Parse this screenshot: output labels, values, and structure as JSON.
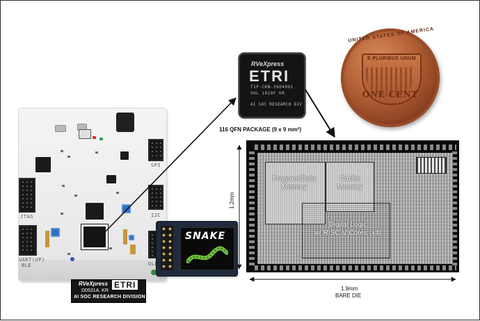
{
  "board": {
    "silk_spi": "SPI",
    "silk_jtag": "JTAG",
    "silk_i2c": "I2C",
    "silk_uart": "UART(UP)",
    "silk_ble": "BLE",
    "silk_oled": "OLED"
  },
  "board_label": {
    "brand": "RVeXpress",
    "etri": "ETRI",
    "code": "D0531A. KR",
    "division": "AI SOC RESEARCH DIVISION"
  },
  "oled": {
    "screen_text": "SNAKE"
  },
  "package": {
    "brand": "RVeXpress",
    "etri": "ETRI",
    "code_line1": "T1P-CKN-3904001",
    "code_line2": "SHL 1029F KR",
    "division": "AI SOC RESEARCH DIV",
    "caption": "116 QFN PACKAGE (9 x 9 mm²)"
  },
  "coin": {
    "top_text": "UNITED STATES OF AMERICA",
    "motto": "E PLURIBUS UNUM",
    "denomination": "ONE CENT"
  },
  "die": {
    "mem1_line1": "Program/Data",
    "mem1_line2": "Memory",
    "mem2_line1": "Cache",
    "mem2_line2": "Memory",
    "logic_line1": "Digital Logic",
    "logic_line2": "w/ RISC-V Cores (x4)",
    "height_label": "1.2mm",
    "width_label": "1.9mm",
    "caption": "BARE DIE"
  },
  "colors": {
    "board": "#ececec",
    "die_background": "#0b0b0b",
    "copper": "#b8653a",
    "annotation": "#111111"
  }
}
